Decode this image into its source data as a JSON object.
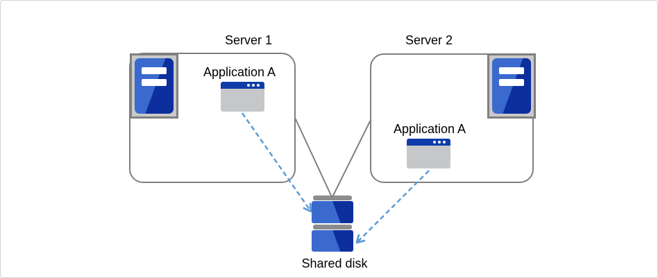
{
  "diagram": {
    "type": "architecture-diagram",
    "server1": {
      "label": "Server 1",
      "icon": "server-tower",
      "app_label": "Application A",
      "app_icon": "application-window"
    },
    "server2": {
      "label": "Server 2",
      "icon": "server-tower",
      "app_label": "Application A",
      "app_icon": "application-window"
    },
    "shared_disk": {
      "label": "Shared disk",
      "icon": "stacked-disk"
    },
    "edges": [
      {
        "from": "Server 1",
        "to": "Shared disk",
        "style": "solid-line",
        "color": "#7f7f7f"
      },
      {
        "from": "Server 2",
        "to": "Shared disk",
        "style": "solid-line",
        "color": "#7f7f7f"
      },
      {
        "from": "Application A (Server 1)",
        "to": "Shared disk",
        "style": "dashed-arrow",
        "color": "#5b9bd5"
      },
      {
        "from": "Application A (Server 2)",
        "to": "Shared disk",
        "style": "dashed-arrow",
        "color": "#5b9bd5"
      }
    ],
    "colors": {
      "canvas_bg": "#ffffff",
      "canvas_border": "#d0d3d8",
      "box_border": "#7f7f7f",
      "frame_fill": "#c9c9c9",
      "icon_blue_light": "#3a6ace",
      "icon_blue_dark": "#0d2f9e",
      "titlebar_blue": "#0e3ca8",
      "window_body_gray": "#c6c7c9",
      "disk_cap_gray": "#8c8c8c",
      "arrow_blue": "#5b9bd5",
      "text_color": "#000000"
    }
  }
}
